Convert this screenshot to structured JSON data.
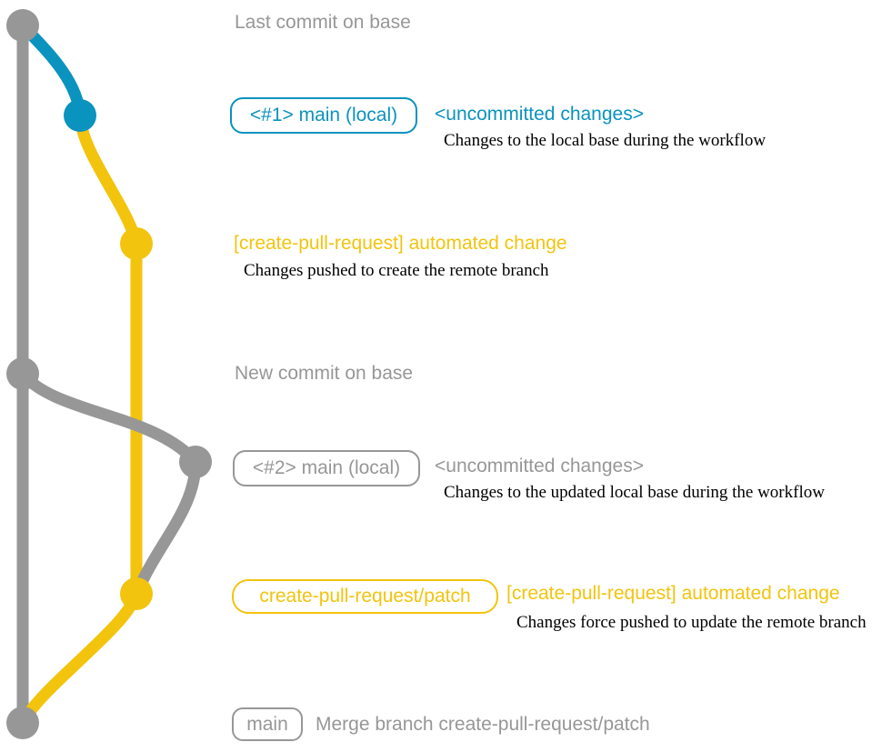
{
  "colors": {
    "gray": "#979797",
    "blue": "#0a93be",
    "yellow": "#f2c40e",
    "description": "#000000",
    "background": "#ffffff"
  },
  "sections": {
    "last_commit": {
      "title": "Last commit on base"
    },
    "branch1": {
      "badge": "<#1> main (local)",
      "note": "<uncommitted changes>",
      "description": "Changes to the local base during the workflow"
    },
    "automated1": {
      "note": "[create-pull-request] automated change",
      "description": "Changes pushed to create the remote branch"
    },
    "new_commit": {
      "title": "New commit on base"
    },
    "branch2": {
      "badge": "<#2> main (local)",
      "note": "<uncommitted changes>",
      "description": "Changes to the updated local base during the workflow"
    },
    "automated2": {
      "badge": "create-pull-request/patch",
      "note": "[create-pull-request] automated change",
      "description": "Changes force pushed to update the remote branch"
    },
    "merge": {
      "badge": "main",
      "note": "Merge branch create-pull-request/patch"
    }
  },
  "graph": {
    "branch_colors": {
      "base": "gray",
      "local_main": "blue",
      "patch_branch": "yellow",
      "updated_local_main": "gray"
    },
    "commits": [
      {
        "id": "base-tip",
        "color": "gray",
        "caption": "Last commit on base"
      },
      {
        "id": "local-main-1",
        "color": "blue",
        "caption": "<#1> main (local)"
      },
      {
        "id": "patch-commit-1",
        "color": "yellow",
        "caption": "[create-pull-request] automated change"
      },
      {
        "id": "base-new",
        "color": "gray",
        "caption": "New commit on base"
      },
      {
        "id": "local-main-2",
        "color": "gray",
        "caption": "<#2> main (local)"
      },
      {
        "id": "patch-commit-2",
        "color": "yellow",
        "caption": "[create-pull-request] automated change"
      },
      {
        "id": "merge-commit",
        "color": "gray",
        "caption": "Merge branch create-pull-request/patch"
      }
    ]
  }
}
